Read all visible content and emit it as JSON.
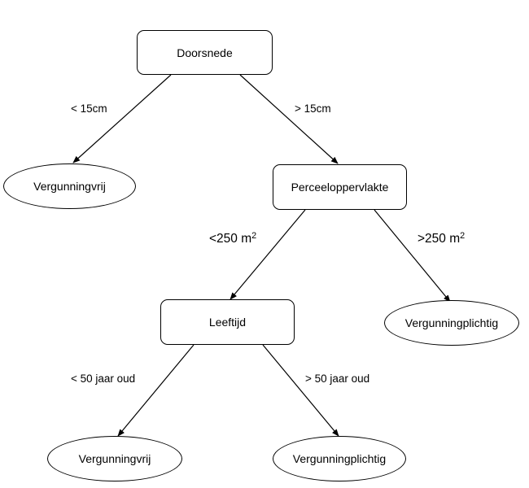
{
  "nodes": {
    "root": "Doorsnede",
    "leaf_left_top": "Vergunningvrij",
    "mid": "Perceeloppervlakte",
    "age": "Leeftijd",
    "leaf_right_mid": "Vergunningplichtig",
    "leaf_bottom_left": "Vergunningvrij",
    "leaf_bottom_right": "Vergunningplichtig"
  },
  "edges": {
    "lt15": "< 15cm",
    "gt15": "> 15cm",
    "lt250": {
      "text": "<250 m",
      "sup": "2"
    },
    "gt250": {
      "text": ">250 m",
      "sup": "2"
    },
    "lt50": "< 50 jaar oud",
    "gt50": "> 50 jaar oud"
  },
  "colors": {
    "stroke": "#000000",
    "background": "#ffffff"
  }
}
